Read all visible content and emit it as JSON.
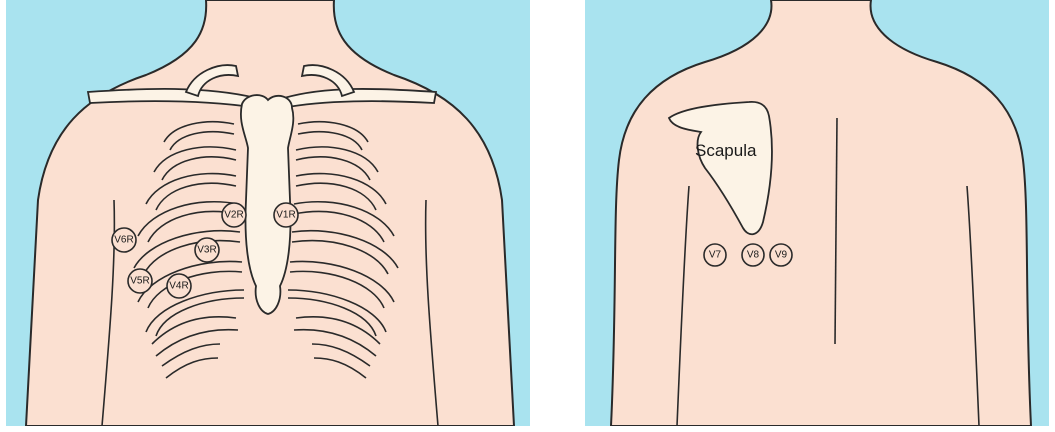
{
  "front_view": {
    "electrodes": {
      "v1r": "V1R",
      "v2r": "V2R",
      "v3r": "V3R",
      "v4r": "V4R",
      "v5r": "V5R",
      "v6r": "V6R"
    }
  },
  "back_view": {
    "scapula_label": "Scapula",
    "electrodes": {
      "v7": "V7",
      "v8": "V8",
      "v9": "V9"
    }
  },
  "colors": {
    "background": "#a9e3ef",
    "skin": "#fbe0d1",
    "bone": "#fcf3e6",
    "outline": "#2a2a2a"
  }
}
